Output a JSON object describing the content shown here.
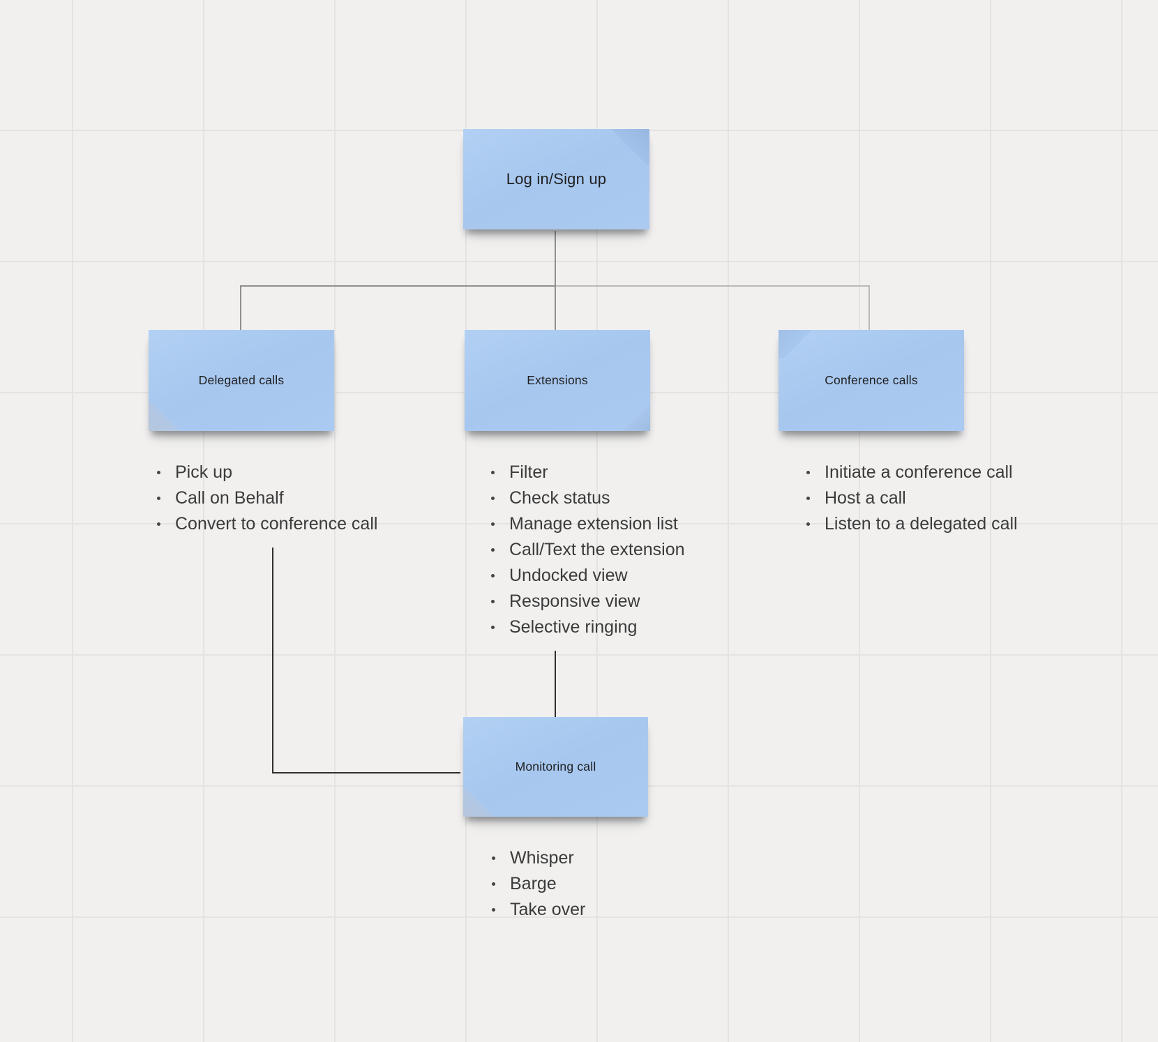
{
  "canvas": {
    "background_color": "#f1f0ef",
    "grid_color": "#e4e3e2",
    "sticky_color": "#a9c8ef",
    "connector_gray": "#8f8f8f",
    "connector_light_gray": "#b9b9b9",
    "connector_dark": "#2e2e2e",
    "text_color": "#3b3b3b"
  },
  "nodes": {
    "login": {
      "label": "Log in/Sign up"
    },
    "delegated": {
      "label": "Delegated calls",
      "items": [
        "Pick up",
        "Call on Behalf",
        "Convert to conference call"
      ]
    },
    "extensions": {
      "label": "Extensions",
      "items": [
        "Filter",
        "Check status",
        "Manage extension list",
        "Call/Text the extension",
        "Undocked view",
        "Responsive view",
        "Selective ringing"
      ]
    },
    "conference": {
      "label": "Conference calls",
      "items": [
        "Initiate a conference call",
        "Host a call",
        "Listen to a delegated call"
      ]
    },
    "monitoring": {
      "label": "Monitoring call",
      "items": [
        "Whisper",
        "Barge",
        "Take over"
      ]
    }
  }
}
